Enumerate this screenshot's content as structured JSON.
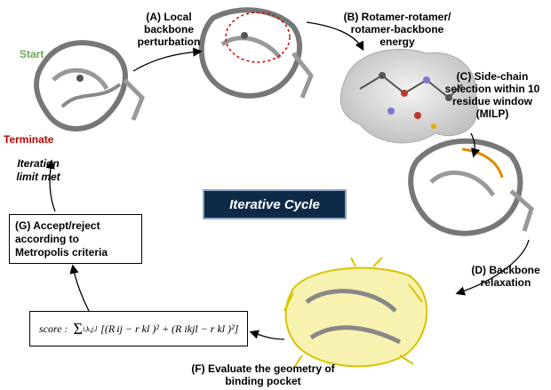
{
  "labels": {
    "start": "Start",
    "terminate": "Terminate",
    "a": "(A) Local\nbackbone\nperturbation",
    "b": "(B) Rotamer-rotamer/\nrotamer-backbone\nenergy",
    "c": "(C) Side-chain\nselection within 10\nresidue window\n(MILP)",
    "d": "(D) Backbone\nrelaxation",
    "f": "(F) Evaluate the geometry of\nbinding pocket",
    "g": "(G) Accept/reject\naccording to\nMetropolis criteria",
    "iteration": "Iteration\nlimit met",
    "cycle": "Iterative Cycle"
  },
  "score": {
    "prefix": "score :",
    "sum_sub": "i,k,j,l",
    "formula": "[(R",
    "rest": "ij − r kl )² + (R ikjl − r kl )²]"
  },
  "colors": {
    "start": "#6aa84f",
    "terminate": "#c00000",
    "cycle_bg": "#0e2a47",
    "cycle_text": "#ffffff"
  }
}
